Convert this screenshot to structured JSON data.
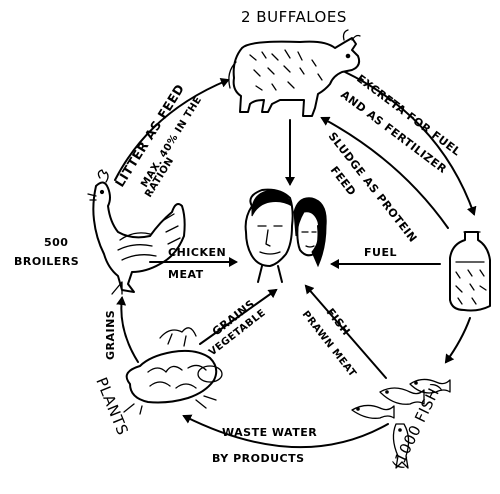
{
  "labels": {
    "buffaloes": "2 BUFFALOES",
    "broilers_count": "500",
    "broilers": "BROILERS",
    "plants": "PLANTS",
    "fish": "(1000 FISH)",
    "litter_feed": "LITTER AS FEED",
    "max_ration": "MAX. 40% IN THE",
    "ration": "RATION",
    "excreta_fuel": "EXCRETA FOR FUEL",
    "fertilizer": "AND AS FERTILIZER",
    "sludge_protein": "SLUDGE AS PROTEIN",
    "feed": "FEED",
    "fuel": "FUEL",
    "chicken": "CHICKEN",
    "meat": "MEAT",
    "grains_top": "GRAINS",
    "vegetable": "VEGETABLE",
    "fish_label": "FISH",
    "prawn_meat": "PRAWN MEAT",
    "grains_left": "GRAINS",
    "waste_water": "WASTE WATER",
    "by_products": "BY PRODUCTS"
  },
  "icons": [
    "buffalo-icon",
    "chicken-icon",
    "people-icon",
    "biogas-tank-icon",
    "plants-icon",
    "fish-icon"
  ]
}
